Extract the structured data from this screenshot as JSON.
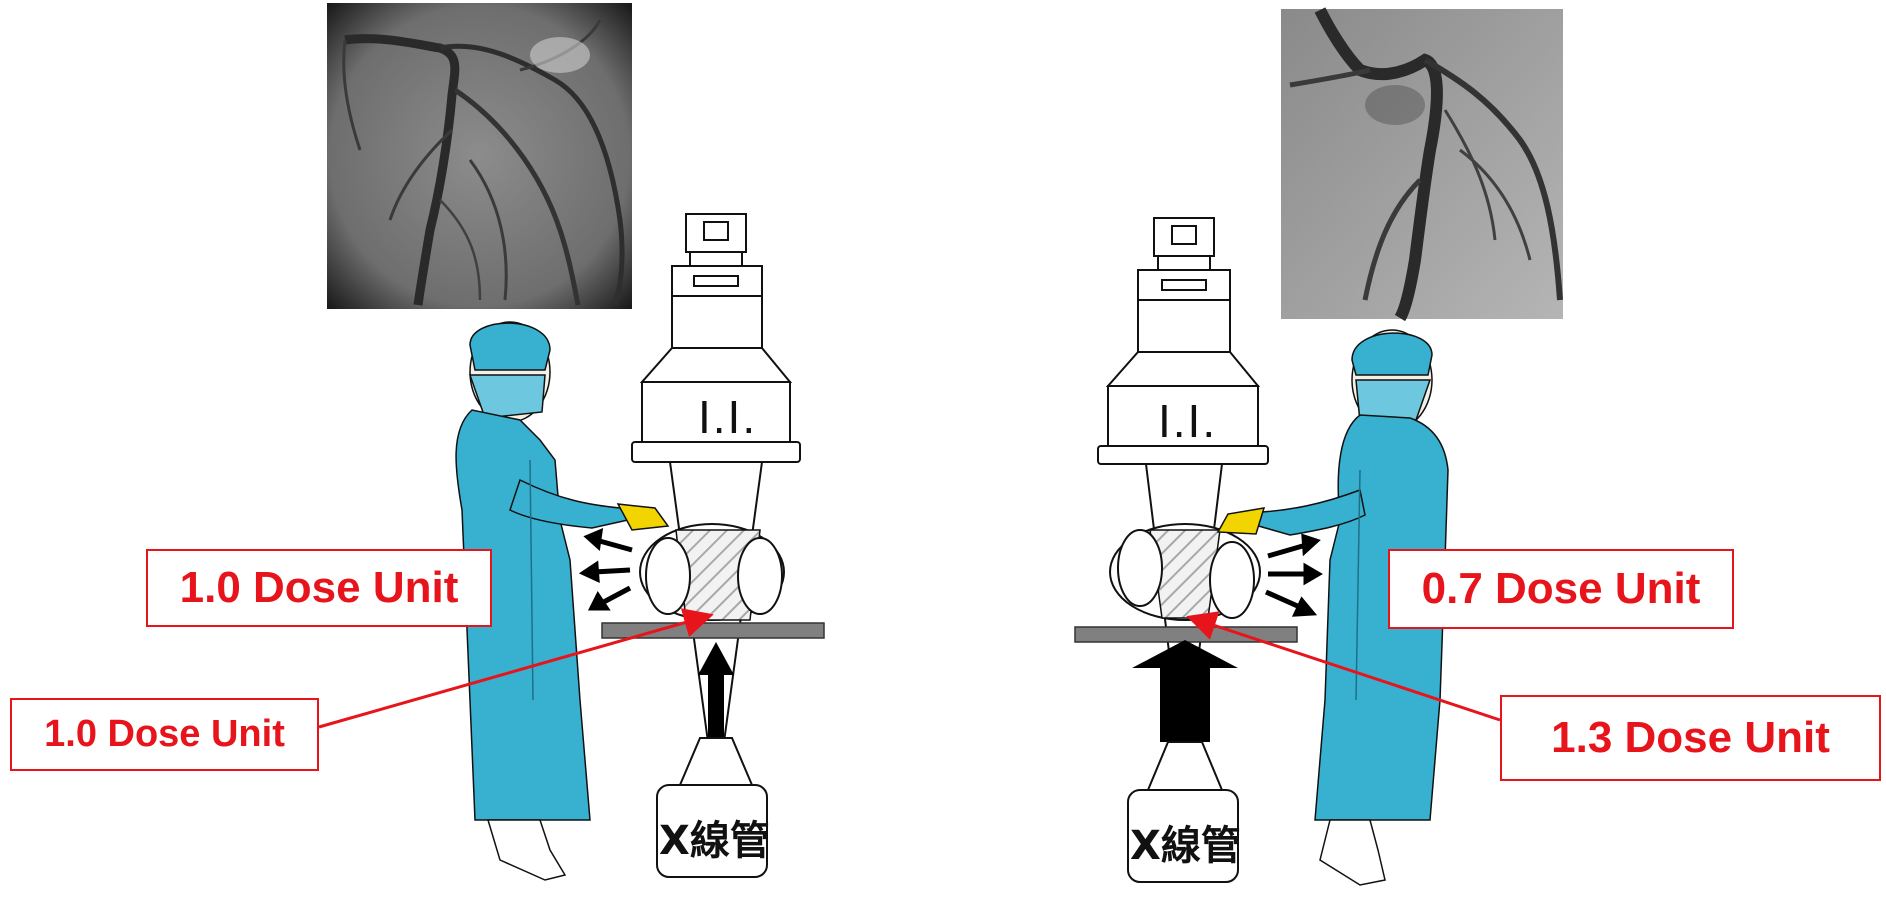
{
  "left_scene": {
    "intensifier_label": "I.I.",
    "tube_label": "X線管",
    "operator_dose": "1.0 Dose Unit",
    "patient_dose": "1.0 Dose Unit"
  },
  "right_scene": {
    "intensifier_label": "I.I.",
    "tube_label": "X線管",
    "operator_dose": "0.7 Dose Unit",
    "patient_dose": "1.3 Dose Unit"
  },
  "colors": {
    "annotation_red": "#e8141b",
    "gown_blue": "#38b0d0",
    "glove_yellow": "#f2d400",
    "table_gray": "#808080"
  }
}
